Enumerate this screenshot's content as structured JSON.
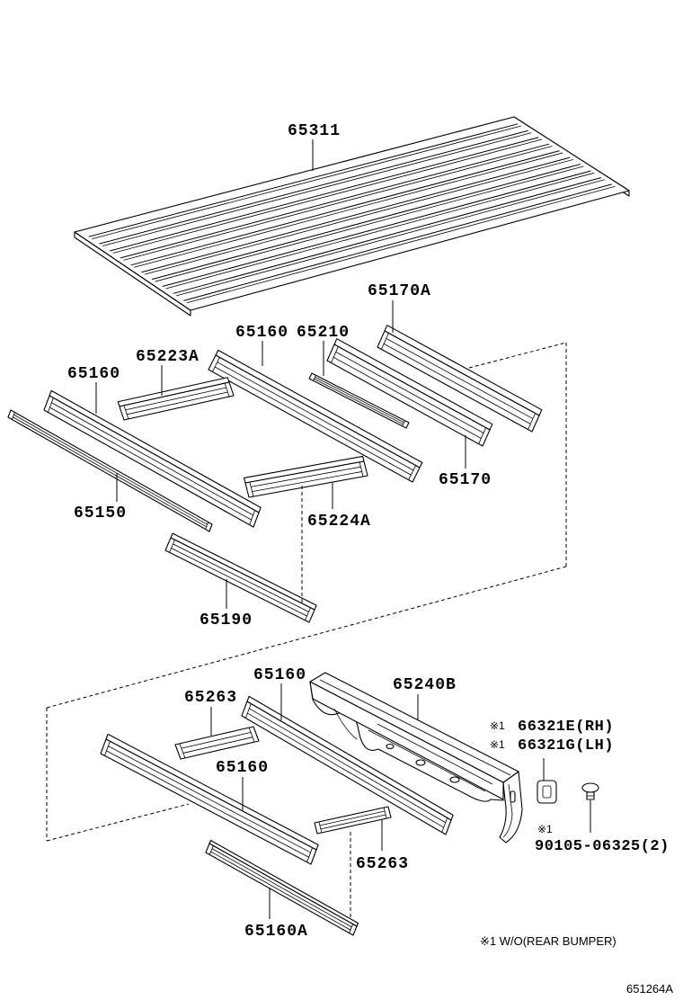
{
  "diagram": {
    "callouts": [
      {
        "part": "65311"
      },
      {
        "part": "65170A"
      },
      {
        "part": "65160"
      },
      {
        "part": "65210"
      },
      {
        "part": "65223A"
      },
      {
        "part": "65160"
      },
      {
        "part": "65150"
      },
      {
        "part": "65224A"
      },
      {
        "part": "65170"
      },
      {
        "part": "65190"
      },
      {
        "part": "65160"
      },
      {
        "part": "65263"
      },
      {
        "part": "65240B"
      },
      {
        "part": "66321E(RH)"
      },
      {
        "part": "66321G(LH)"
      },
      {
        "part": "65160"
      },
      {
        "part": "65263"
      },
      {
        "part": "90105-06325(2)"
      },
      {
        "part": "65160A"
      }
    ],
    "marker": "※1",
    "note": "※1 W/O(REAR BUMPER)",
    "figure_code": "651264A"
  }
}
